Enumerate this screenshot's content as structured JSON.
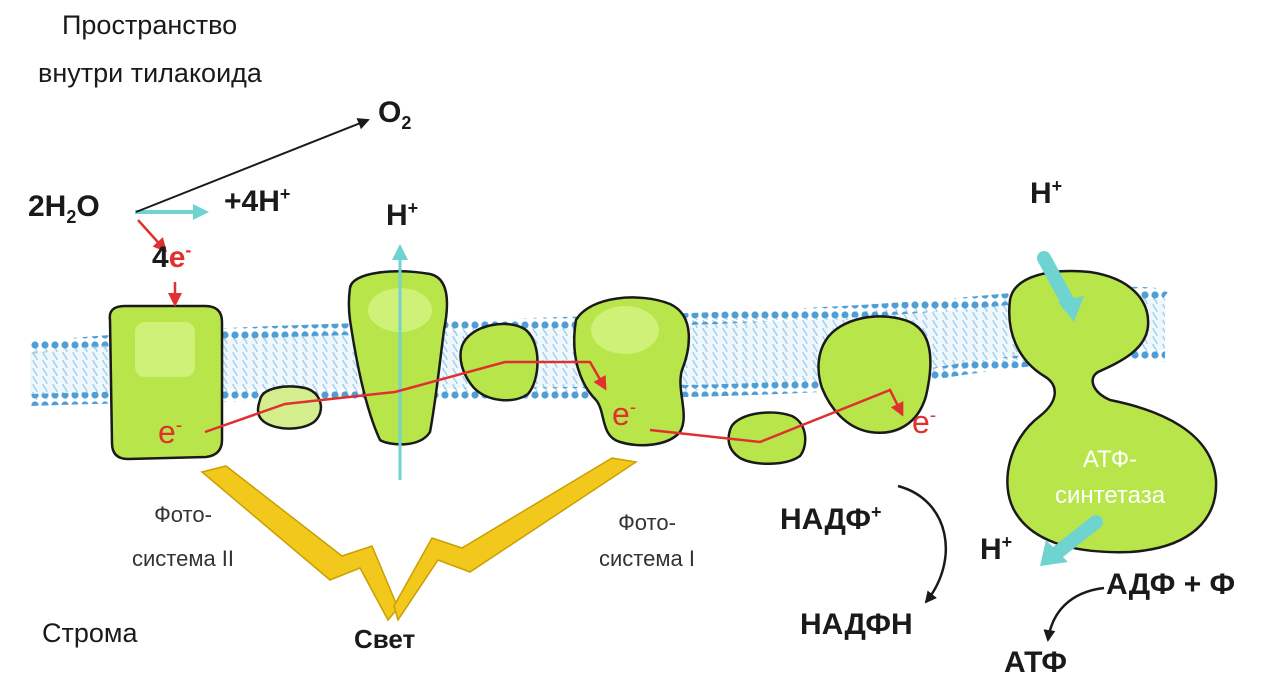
{
  "labels": {
    "lumen_line1": "Пространство",
    "lumen_line2": "внутри тилакоида",
    "o2_main": "O",
    "o2_sub": "2",
    "water_a": "2H",
    "water_sub": "2",
    "water_b": "O",
    "protons4": "+4H",
    "plus_sup": "+",
    "electrons4": "4",
    "e_letter": "e",
    "minus_sup": "-",
    "h_plus": "H",
    "ps2_line1": "Фото-",
    "ps2_line2": "система II",
    "ps1_line1": "Фото-",
    "ps1_line2": "система I",
    "stroma": "Строма",
    "light": "Свет",
    "nadp": "НАДФ",
    "nadph": "НАДФН",
    "atp_synthase_line1": "АТФ-",
    "atp_synthase_line2": "синтетаза",
    "adp_p": "АДФ + Ф",
    "atp": "АТФ"
  },
  "colors": {
    "protein_fill": "#b8e64a",
    "protein_highlight": "#d9f58a",
    "membrane_head": "#4f9fd6",
    "membrane_tail": "#bfe0f3",
    "electron_path": "#e03131",
    "proton_arrow": "#6fd3d0",
    "light_bolt": "#f2c81c",
    "text": "#1a1a1a"
  },
  "icons": [
    "lightning-bolt-icon",
    "arrow-icon"
  ]
}
